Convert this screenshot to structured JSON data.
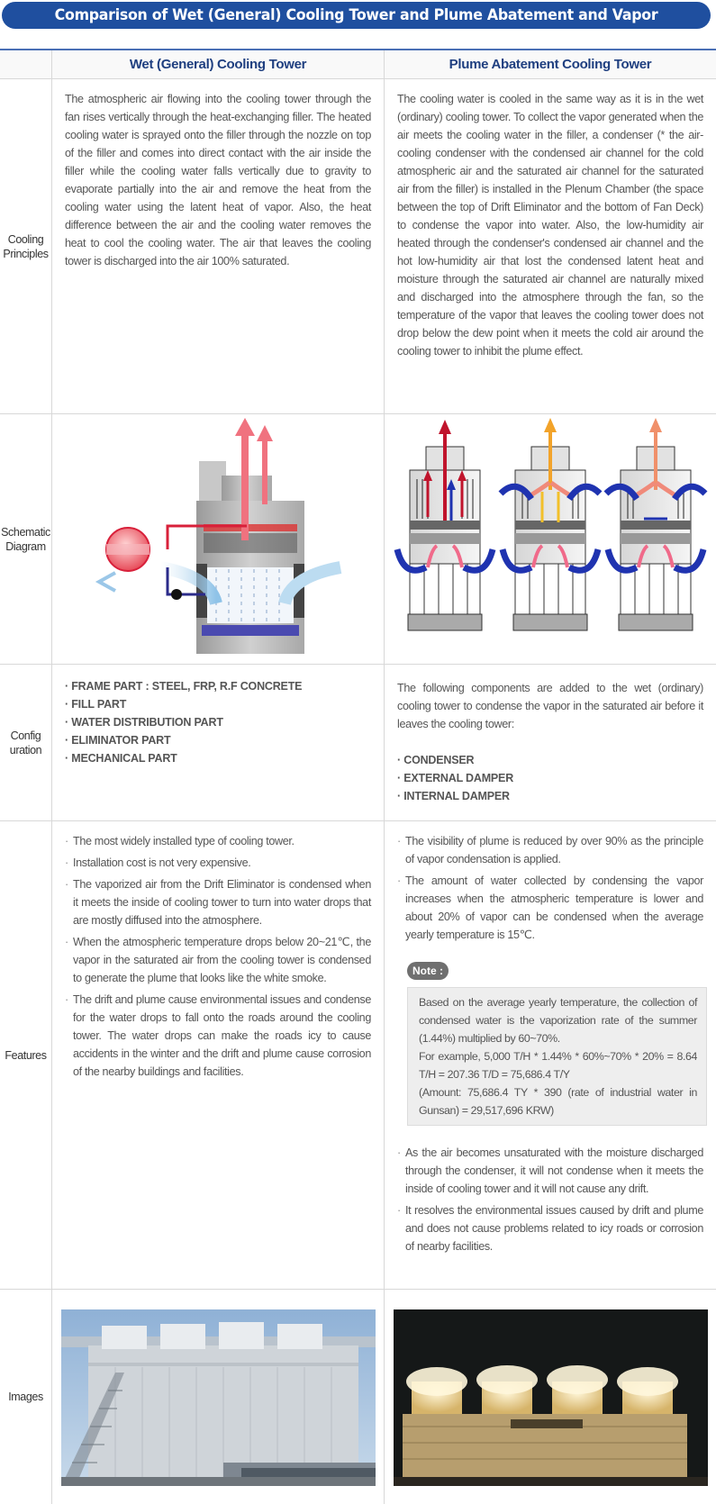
{
  "title": "Comparison of Wet (General) Cooling Tower and Plume Abatement and Vapor Collecting Cooling Tower",
  "columns": {
    "wet": "Wet (General) Cooling Tower",
    "plume": "Plume Abatement Cooling Tower"
  },
  "rows": {
    "principles": {
      "label": "Cooling Principles",
      "wet": "The atmospheric air flowing into the cooling tower through the fan rises vertically through the heat-exchanging filler. The heated cooling water is sprayed onto the filler through the nozzle on top of the filler and comes into direct contact with the air inside the filler while the cooling water falls vertically due to gravity to evaporate partially into the air and remove the heat from the cooling water using the latent heat of vapor.  Also, the heat difference between the air and the cooling water removes the heat to cool the cooling water.  The air that leaves the cooling tower is discharged into the air 100% saturated.",
      "plume": "The cooling water is cooled in the same way as it is in the wet (ordinary) cooling tower.  To collect the vapor generated when the air meets the cooling water in the filler, a condenser (* the air-cooling condenser with the condensed air channel for the cold atmospheric air and the saturated air channel for the saturated air from the filler) is installed in the Plenum Chamber (the space between the top of Drift Eliminator and the bottom of Fan Deck) to condense the vapor into water. Also, the low-humidity air heated through the condenser's condensed air channel and the hot low-humidity air that lost the condensed latent heat and moisture through the saturated air channel are naturally mixed and discharged into the atmosphere through the fan, so the temperature of the vapor that leaves the cooling tower does not drop below the dew point when it meets the cold air around the cooling tower to inhibit the plume effect."
    },
    "schematic": {
      "label": "Schematic Diagram"
    },
    "config": {
      "label": "Config uration",
      "wet_items": [
        "· FRAME PART : STEEL, FRP, R.F CONCRETE",
        "· FILL PART",
        "· WATER DISTRIBUTION PART",
        "· ELIMINATOR PART",
        "· MECHANICAL PART"
      ],
      "plume_intro": "The following components are added to the wet (ordinary) cooling tower to condense the vapor in the saturated air before it leaves the cooling tower:",
      "plume_items": [
        "· CONDENSER",
        "· EXTERNAL DAMPER",
        "· INTERNAL DAMPER"
      ]
    },
    "features": {
      "label": "Features",
      "wet_items": [
        "The most widely installed type of cooling tower.",
        "Installation cost is not very expensive.",
        "The vaporized air from the Drift Eliminator is condensed when it meets the inside of cooling tower to turn into water drops that are mostly diffused into the atmosphere.",
        "When the atmospheric temperature drops below 20~21℃, the vapor in the saturated air from the cooling tower is condensed to generate the plume that looks like the white smoke.",
        "The drift and plume cause environmental issues and condense for the water drops to fall onto the roads around the cooling tower.  The water drops can make the roads icy to cause accidents in the winter and the drift and plume cause corrosion of the nearby buildings and facilities."
      ],
      "plume_items_top": [
        "The visibility of plume is reduced by over 90% as the principle of vapor condensation is applied.",
        "The amount of water collected by condensing the vapor increases when the atmospheric temperature is lower and about 20% of vapor can be condensed when the average yearly temperature is 15℃."
      ],
      "note_label": "Note :",
      "note_lines": [
        "Based on the average yearly temperature, the collection of condensed water is the vaporization rate of the summer (1.44%) multiplied by 60~70%.",
        "For example, 5,000 T/H * 1.44% * 60%~70% * 20% = 8.64 T/H = 207.36 T/D = 75,686.4 T/Y",
        "(Amount: 75,686.4 TY * 390 (rate of industrial water in Gunsan) = 29,517,696 KRW)"
      ],
      "plume_items_bottom": [
        "As the air becomes unsaturated with the moisture discharged through the condenser, it will not condense when it meets the inside of cooling tower and it will not cause any drift.",
        "It resolves the environmental issues caused by drift and plume and does not cause problems related to icy roads or corrosion of nearby facilities."
      ]
    },
    "images": {
      "label": "Images"
    }
  },
  "colors": {
    "title_bg": "#1f4f9f",
    "header_text": "#1f3f80",
    "hot_air": "#e2334a",
    "cool_air": "#1f33b0"
  }
}
